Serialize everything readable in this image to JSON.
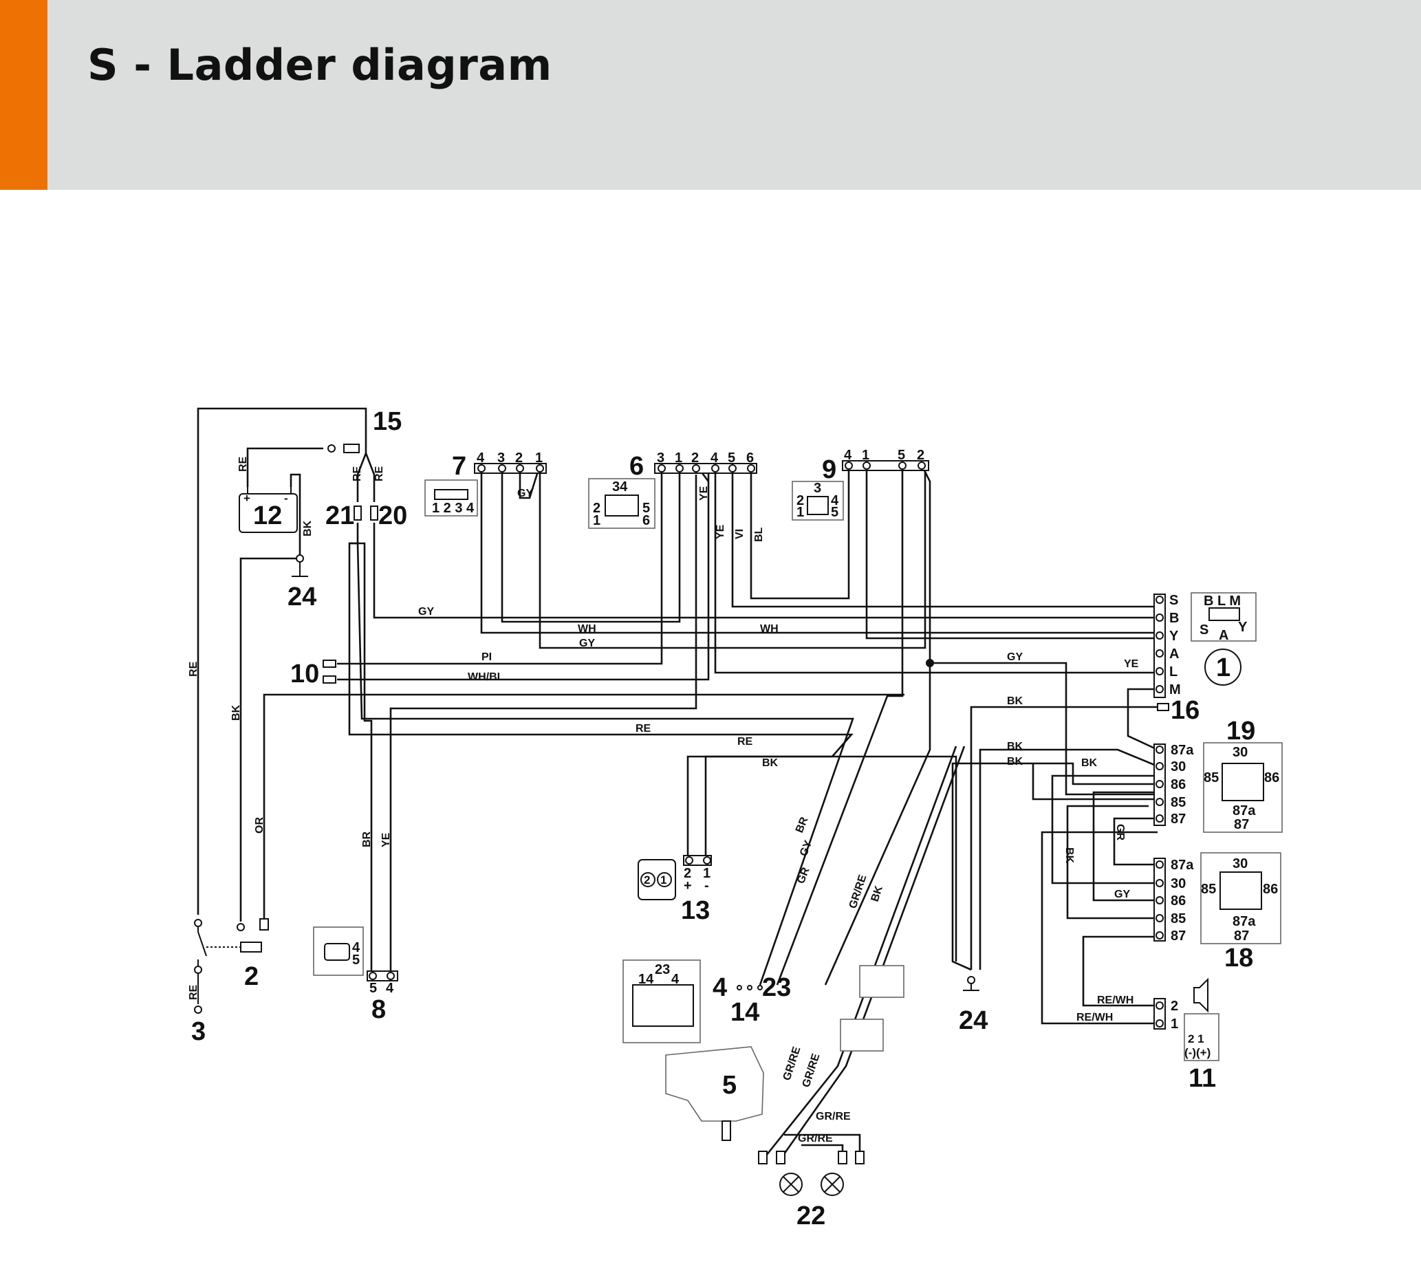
{
  "header": {
    "title": "S - Ladder diagram",
    "accent_color": "#ee7203",
    "background_color": "#dcdddd"
  },
  "components": {
    "c1": "1",
    "c2": "2",
    "c3": "3",
    "c5": "5",
    "c6": "6",
    "c7": "7",
    "c8": "8",
    "c9": "9",
    "c10": "10",
    "c11": "11",
    "c12": "12",
    "c13": "13",
    "c14": "14",
    "c15": "15",
    "c16": "16",
    "c18": "18",
    "c19": "19",
    "c20": "20",
    "c21": "21",
    "c22": "22",
    "c24a": "24",
    "c24b": "24"
  },
  "wire_colors": {
    "re": "RE",
    "bk": "BK",
    "or": "OR",
    "br": "BR",
    "ye": "YE",
    "gy": "GY",
    "wh": "WH",
    "pi": "PI",
    "whbl": "WH/BL",
    "vi": "VI",
    "bl": "BL",
    "gr": "GR",
    "grre": "GR/RE",
    "rewh": "RE/WH"
  },
  "pins": {
    "c7": [
      "4",
      "3",
      "2",
      "1"
    ],
    "c7_face": "1 2 3 4",
    "c6": [
      "3",
      "1",
      "2",
      "4",
      "5",
      "6"
    ],
    "c6_face": {
      "top": "34",
      "left_top": "2",
      "left_bottom": "1",
      "right_top": "5",
      "right_bottom": "6"
    },
    "c9": [
      "4",
      "1",
      "5",
      "2"
    ],
    "c9_face": {
      "top": "3",
      "left_top": "2",
      "left_bottom": "1",
      "right_top": "4",
      "right_bottom": "5"
    },
    "c1": [
      "S",
      "B",
      "Y",
      "A",
      "L",
      "M"
    ],
    "c1_face": {
      "top": "B L M",
      "left": "S",
      "center": "A",
      "right": "Y"
    },
    "relay": [
      "87a",
      "30",
      "86",
      "85",
      "87"
    ],
    "battery_plus": "+",
    "battery_minus": "-",
    "c13": [
      "2",
      "1"
    ],
    "c13_pol": [
      "+",
      "-"
    ],
    "c13_face": [
      "2",
      "1"
    ],
    "c8": [
      "5",
      "4"
    ],
    "c8_face": [
      "4",
      "5"
    ],
    "c14": [
      "4",
      "23"
    ],
    "c14_face": {
      "left": "14",
      "top": "23",
      "right": "4"
    },
    "c11": [
      "2",
      "1"
    ],
    "c11_face": {
      "pins": "2 1",
      "pol": "(-)(+)"
    }
  }
}
